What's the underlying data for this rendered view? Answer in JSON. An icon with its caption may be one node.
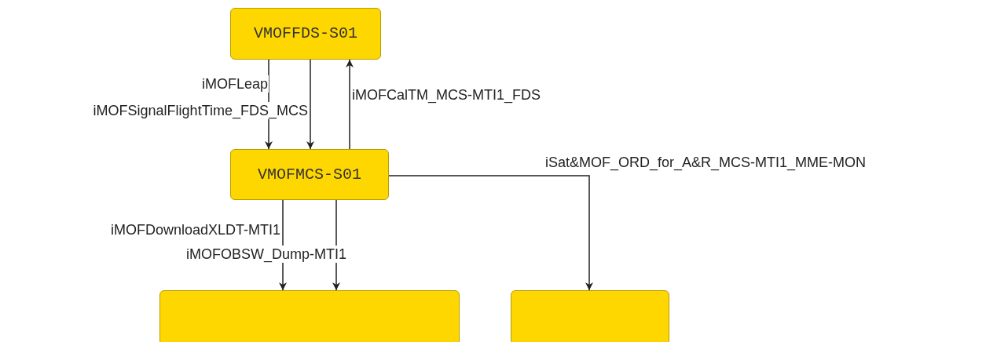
{
  "diagram": {
    "nodes": [
      {
        "text": [
          "VMOFFDS-S01"
        ]
      },
      {
        "text": [
          "VMOFMCS-S01"
        ]
      },
      {
        "text": [],
        "shape": "box"
      },
      {
        "text": [],
        "shape": "box"
      }
    ],
    "edges": [
      {
        "from": 0,
        "to": 1,
        "arrow": "to",
        "label": "iMOFLeap"
      },
      {
        "from": 0,
        "to": 1,
        "arrow": "to",
        "label": "iMOFSignalFlightTime_FDS_MCS"
      },
      {
        "from": 1,
        "to": 0,
        "arrow": "to",
        "label": "iMOFCalTM_MCS-MTI1_FDS"
      },
      {
        "from": 1,
        "to": 3,
        "arrow": "to",
        "label": "iSat&MOF_ORD_for_A&R_MCS-MTI1_MME-MON"
      },
      {
        "from": 1,
        "to": 2,
        "arrow": "to",
        "label": "iMOFDownloadXLDT-MTI1"
      },
      {
        "from": 1,
        "to": 2,
        "arrow": "to",
        "label": "iMOFOBSW_Dump-MTI1"
      }
    ]
  }
}
